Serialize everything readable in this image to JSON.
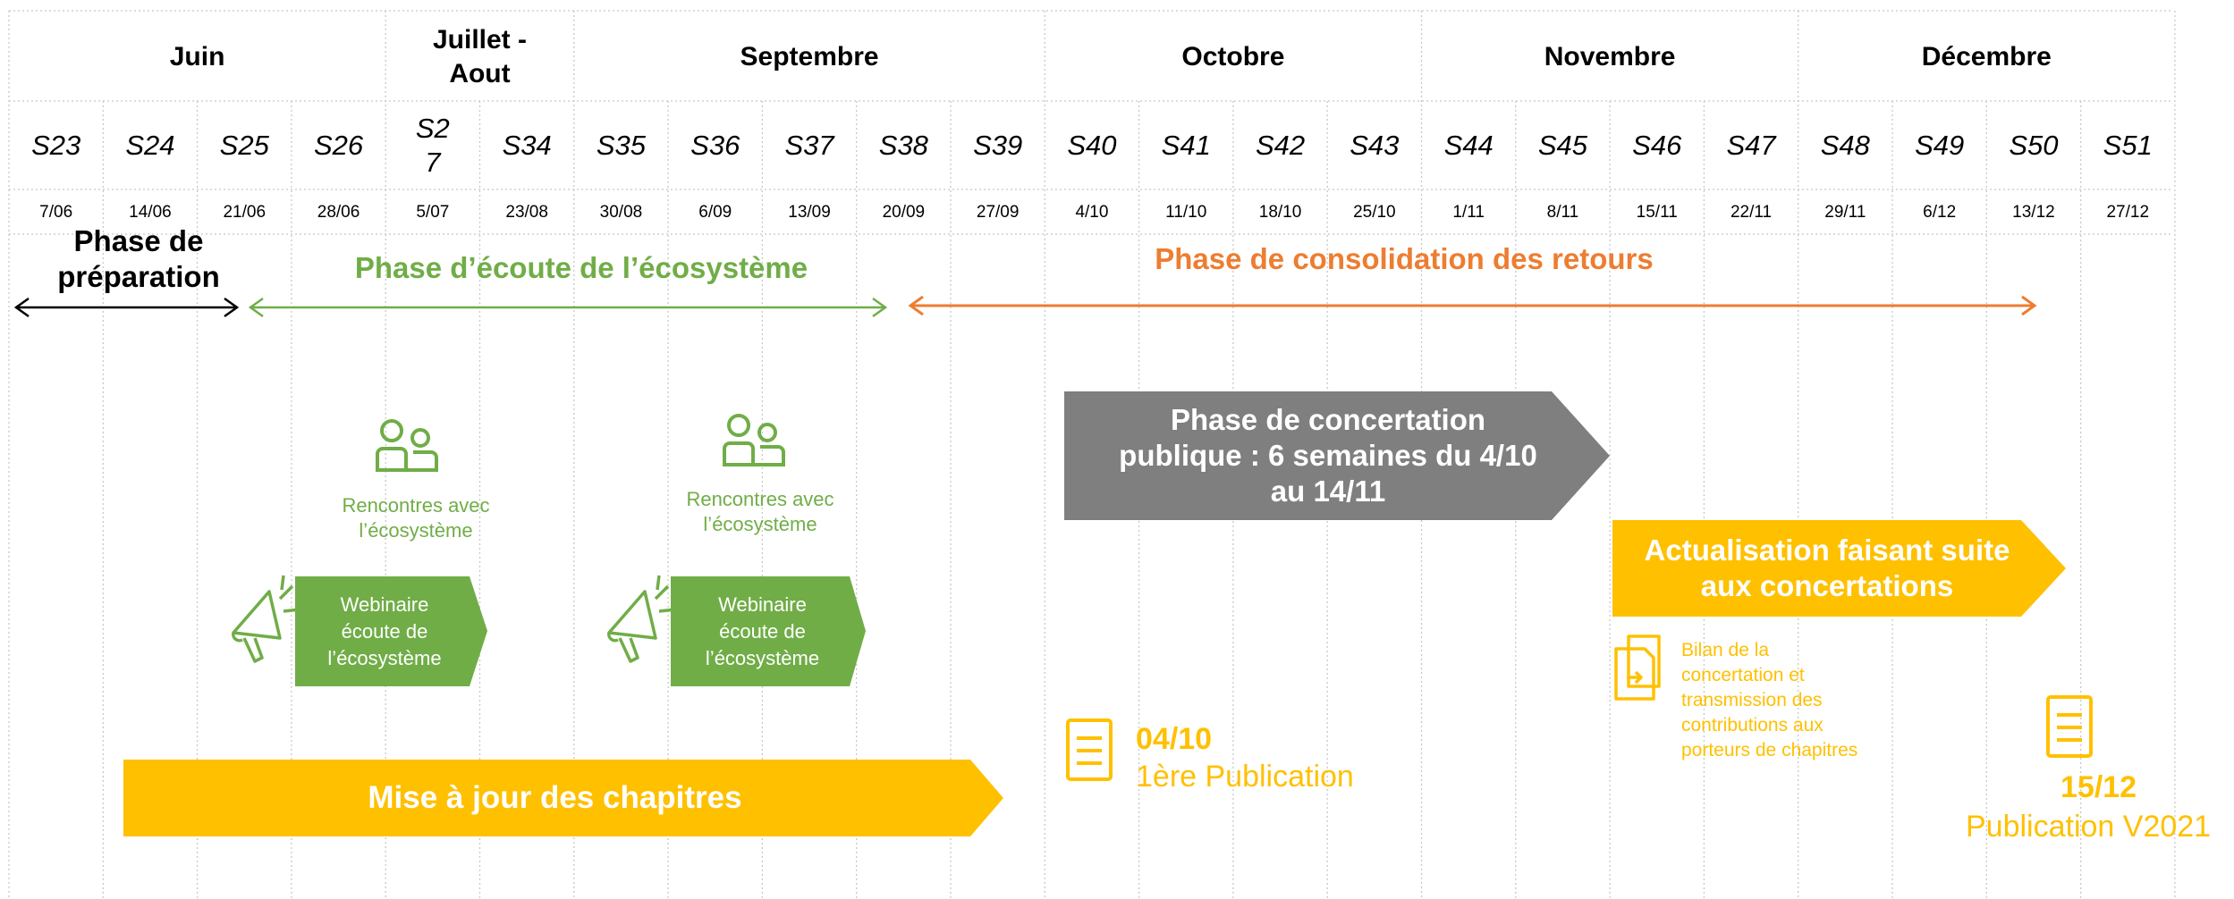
{
  "months": [
    "Juin",
    "Juillet -\nAout",
    "Septembre",
    "Octobre",
    "Novembre",
    "Décembre"
  ],
  "weeks": [
    "S23",
    "S24",
    "S25",
    "S26",
    "S2\n7",
    "S34",
    "S35",
    "S36",
    "S37",
    "S38",
    "S39",
    "S40",
    "S41",
    "S42",
    "S43",
    "S44",
    "S45",
    "S46",
    "S47",
    "S48",
    "S49",
    "S50",
    "S51"
  ],
  "dates": [
    "7/06",
    "14/06",
    "21/06",
    "28/06",
    "5/07",
    "23/08",
    "30/08",
    "6/09",
    "13/09",
    "20/09",
    "27/09",
    "4/10",
    "11/10",
    "18/10",
    "25/10",
    "1/11",
    "8/11",
    "15/11",
    "22/11",
    "29/11",
    "6/12",
    "13/12",
    "27/12"
  ],
  "phases": {
    "preparation": "Phase de\npréparation",
    "ecoute": "Phase d’écoute de l’écosystème",
    "consolidation": "Phase de consolidation des retours"
  },
  "rencontres_1": "Rencontres avec\nl’écosystème",
  "rencontres_2": "Rencontres avec\nl’écosystème",
  "webinaire_1": "Webinaire\nécoute de\nl’écosystème",
  "webinaire_2": "Webinaire\nécoute de\nl’écosystème",
  "mise_a_jour": "Mise à jour des chapitres",
  "concertation": "Phase de concertation\npublique : 6 semaines du 4/10\nau 14/11",
  "actualisation": "Actualisation faisant suite\naux concertations",
  "bilan": "Bilan de la\nconcertation et\ntransmission des\ncontributions aux\nporteurs de chapitres",
  "publication_1": {
    "date": "04/10",
    "label": "1ère Publication"
  },
  "publication_2": {
    "date": "15/12",
    "label": "Publication V2021"
  },
  "colors": {
    "green": "#70AD47",
    "orange": "#ED7D31",
    "yellow": "#FFC000",
    "grey": "#7F7F7F",
    "black": "#000000"
  },
  "icons": [
    "people-icon",
    "megaphone-icon",
    "document-icon",
    "copy-icon"
  ]
}
